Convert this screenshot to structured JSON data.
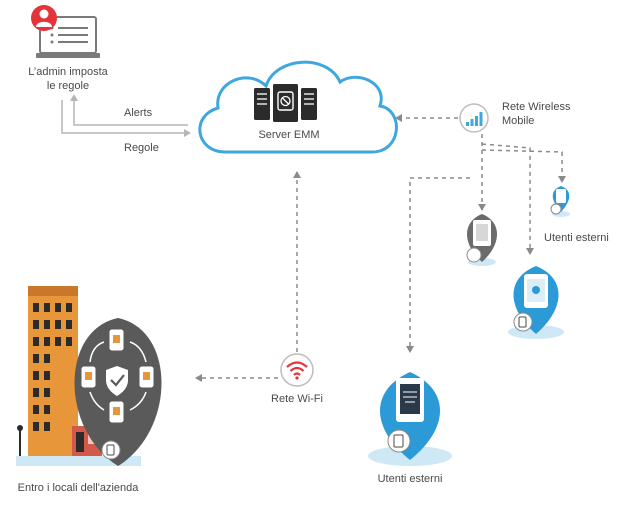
{
  "admin": {
    "label_line1": "L’admin imposta",
    "label_line2": "le regole"
  },
  "server": {
    "label": "Server EMM"
  },
  "flows": {
    "alerts": "Alerts",
    "regole": "Regole"
  },
  "wireless": {
    "label_line1": "Rete Wireless",
    "label_line2": "Mobile"
  },
  "wifi": {
    "label": "Rete Wi-Fi"
  },
  "external_users": {
    "label_right": "Utenti esterni",
    "label_bottom": "Utenti esterni"
  },
  "company": {
    "label": "Entro i locali dell'azienda"
  },
  "colors": {
    "accent_red": "#e2343a",
    "cloud_blue": "#3ea7dd",
    "pin_blue": "#2c9ad6",
    "pin_gray": "#6b6b6b",
    "building_orange": "#e8963a"
  }
}
